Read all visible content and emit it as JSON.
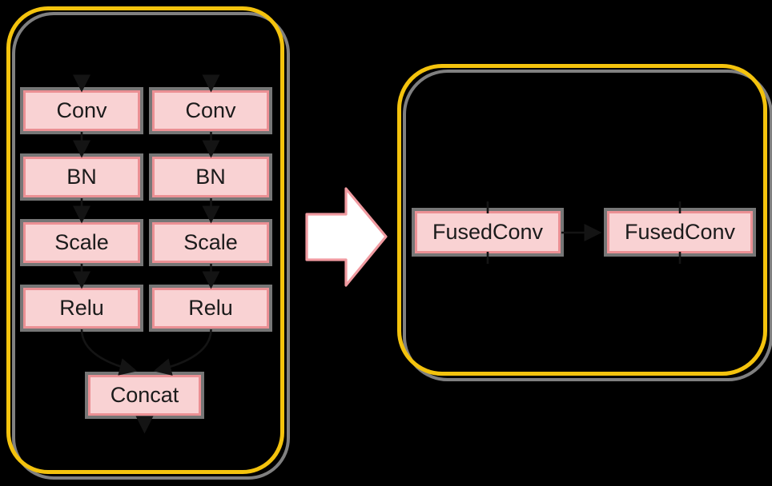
{
  "diagram": {
    "description": "Layer fusion diagram: parallel Conv-BN-Scale-Relu branches with Concat are fused into FusedConv ops",
    "colors": {
      "background": "#000000",
      "group_border": "#F4C30D",
      "node_fill": "#F9D2D3",
      "node_border": "#EB9094",
      "halo_gray": "#969696",
      "connector": "#141414",
      "big_arrow_fill": "#FFFFFF",
      "big_arrow_border": "#F09AA0",
      "text": "#1B1B1B"
    },
    "nodes": {
      "conv_left": {
        "label": "Conv"
      },
      "conv_right": {
        "label": "Conv"
      },
      "bn_left": {
        "label": "BN"
      },
      "bn_right": {
        "label": "BN"
      },
      "scale_left": {
        "label": "Scale"
      },
      "scale_right": {
        "label": "Scale"
      },
      "relu_left": {
        "label": "Relu"
      },
      "relu_right": {
        "label": "Relu"
      },
      "concat": {
        "label": "Concat"
      },
      "fusedconv_left": {
        "label": "FusedConv"
      },
      "fusedconv_right": {
        "label": "FusedConv"
      }
    }
  }
}
